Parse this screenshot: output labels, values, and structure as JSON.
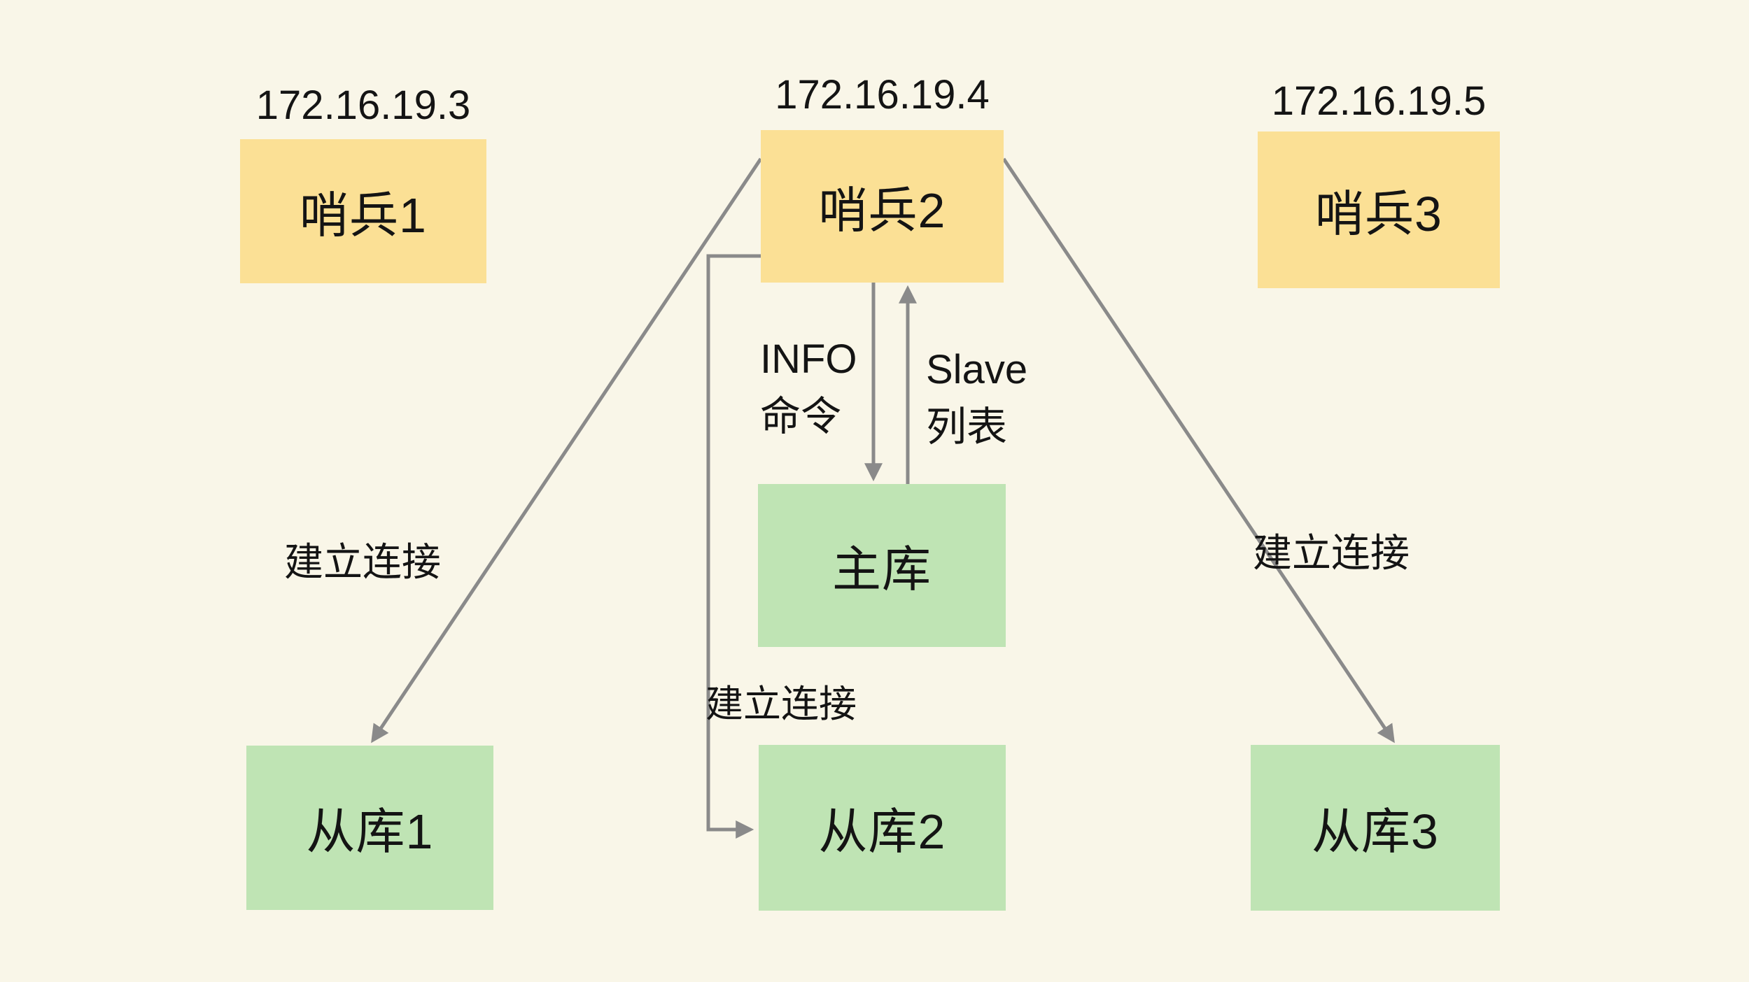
{
  "colors": {
    "background": "#F9F6E8",
    "sentinel_fill": "#FBE095",
    "db_fill": "#BFE4B4",
    "arrow": "#8A8A8A",
    "text": "#141414"
  },
  "nodes": {
    "sentinel1": {
      "label": "哨兵1",
      "ip": "172.16.19.3"
    },
    "sentinel2": {
      "label": "哨兵2",
      "ip": "172.16.19.4"
    },
    "sentinel3": {
      "label": "哨兵3",
      "ip": "172.16.19.5"
    },
    "master": {
      "label": "主库"
    },
    "replica1": {
      "label": "从库1"
    },
    "replica2": {
      "label": "从库2"
    },
    "replica3": {
      "label": "从库3"
    }
  },
  "edges": {
    "info_command": {
      "label_line1": "INFO",
      "label_line2": "命令"
    },
    "slave_list": {
      "label_line1": "Slave",
      "label_line2": "列表"
    },
    "connect_left": {
      "label": "建立连接"
    },
    "connect_middle": {
      "label": "建立连接"
    },
    "connect_right": {
      "label": "建立连接"
    }
  }
}
